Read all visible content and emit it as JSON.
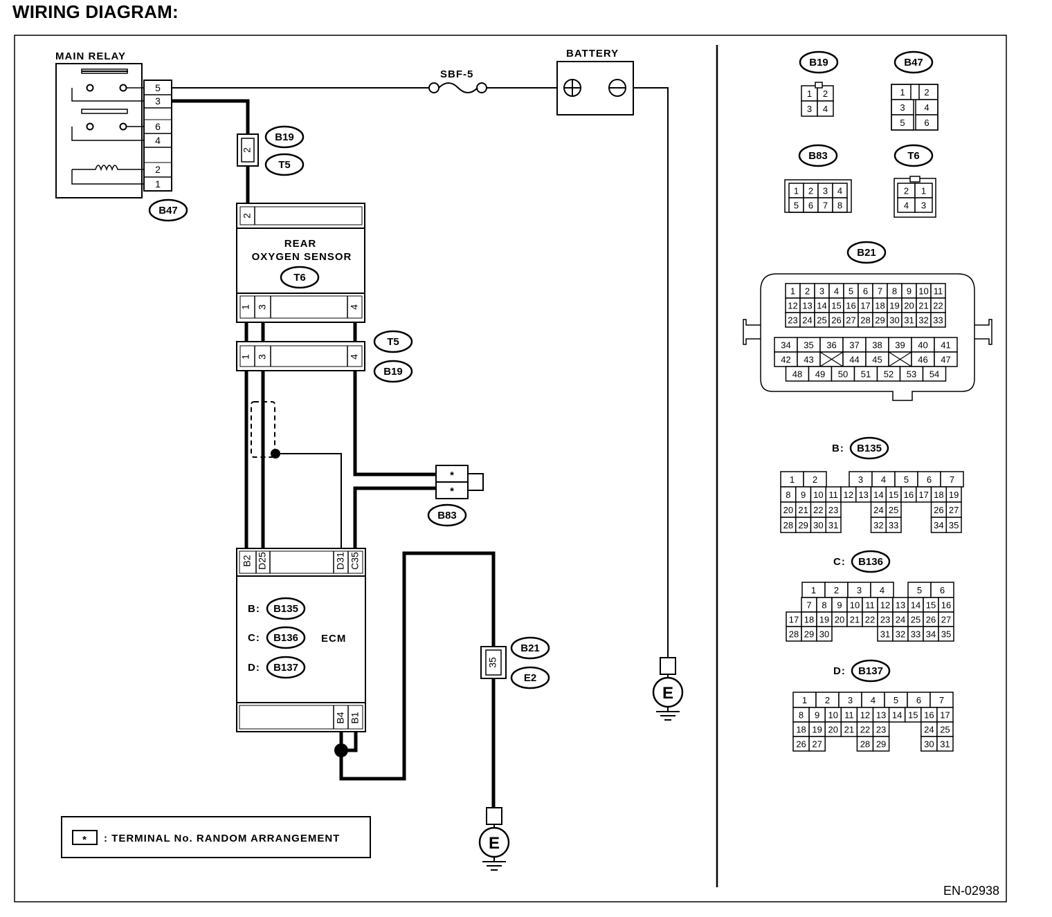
{
  "title": "WIRING DIAGRAM:",
  "figure_id": "EN-02938",
  "legend": {
    "symbol": "*",
    "text": ": TERMINAL No. RANDOM ARRANGEMENT"
  },
  "components": {
    "main_relay": {
      "label": "MAIN RELAY",
      "connector": "B47",
      "pins": [
        "5",
        "3",
        "6",
        "4",
        "2",
        "1"
      ]
    },
    "fuse": {
      "label": "SBF-5"
    },
    "battery": {
      "label": "BATTERY"
    },
    "rear_oxygen_sensor": {
      "line1": "REAR",
      "line2": "OXYGEN SENSOR",
      "connector": "T6",
      "pin_top": "2",
      "pins_bottom": [
        "1",
        "3",
        "4"
      ]
    },
    "junction_b19_t5": {
      "pin": "2",
      "connectors": [
        "B19",
        "T5"
      ]
    },
    "junction_t5_b19": {
      "pins": [
        "1",
        "3",
        "4"
      ],
      "connectors": [
        "T5",
        "B19"
      ]
    },
    "connector_b83": {
      "connector": "B83",
      "pins": [
        "*",
        "*"
      ]
    },
    "ecm": {
      "label": "ECM",
      "connector_map": [
        {
          "prefix": "B:",
          "connector": "B135"
        },
        {
          "prefix": "C:",
          "connector": "B136"
        },
        {
          "prefix": "D:",
          "connector": "B137"
        }
      ],
      "pins_top": [
        "B2",
        "D25",
        "D31",
        "C35"
      ],
      "pins_bottom": [
        "B4",
        "B1"
      ]
    },
    "junction_b21_e2": {
      "pin": "35",
      "connectors": [
        "B21",
        "E2"
      ]
    },
    "ground": {
      "label": "E"
    }
  },
  "connector_faces": {
    "B19": {
      "rows": [
        [
          "1",
          "2"
        ],
        [
          "3",
          "4"
        ]
      ]
    },
    "B47": {
      "rows": [
        [
          "1",
          "",
          "2"
        ],
        [
          "3",
          "",
          "4"
        ],
        [
          "5",
          "",
          "6"
        ]
      ]
    },
    "B83": {
      "rows": [
        [
          "1",
          "2",
          "3",
          "4"
        ],
        [
          "5",
          "6",
          "7",
          "8"
        ]
      ]
    },
    "T6": {
      "rows": [
        [
          "2",
          "1"
        ],
        [
          "4",
          "3"
        ]
      ]
    },
    "B21": {
      "upper": [
        [
          "1",
          "2",
          "3",
          "4",
          "5",
          "6",
          "7",
          "8",
          "9",
          "10",
          "11"
        ],
        [
          "12",
          "13",
          "14",
          "15",
          "16",
          "17",
          "18",
          "19",
          "20",
          "21",
          "22"
        ],
        [
          "23",
          "24",
          "25",
          "26",
          "27",
          "28",
          "29",
          "30",
          "31",
          "32",
          "33"
        ]
      ],
      "lower": [
        [
          "34",
          "35",
          "36",
          "37",
          "38",
          "39",
          "40",
          "41"
        ],
        [
          "42",
          "43",
          "X",
          "44",
          "45",
          "X",
          "46",
          "47"
        ],
        [
          "48",
          "49",
          "50",
          "51",
          "52",
          "53",
          "54"
        ]
      ]
    },
    "B135": {
      "prefix": "B:",
      "rows": [
        [
          "1",
          "2",
          "",
          "",
          "3",
          "4",
          "5",
          "6",
          "7"
        ],
        [
          "8",
          "9",
          "10",
          "11",
          "12",
          "13",
          "14",
          "15",
          "16",
          "17",
          "18",
          "19"
        ],
        [
          "20",
          "21",
          "22",
          "23",
          "",
          "",
          "24",
          "25",
          "",
          "",
          "26",
          "27"
        ],
        [
          "28",
          "29",
          "30",
          "31",
          "",
          "",
          "32",
          "33",
          "",
          "",
          "34",
          "35"
        ]
      ]
    },
    "B136": {
      "prefix": "C:",
      "rows": [
        [
          "",
          "1",
          "2",
          "3",
          "4",
          "",
          "5",
          "6"
        ],
        [
          "",
          "7",
          "8",
          "9",
          "10",
          "11",
          "12",
          "13",
          "14",
          "15",
          "16"
        ],
        [
          "17",
          "18",
          "19",
          "20",
          "21",
          "22",
          "23",
          "24",
          "25",
          "26",
          "27"
        ],
        [
          "28",
          "29",
          "30",
          "",
          "",
          "",
          "31",
          "32",
          "33",
          "34",
          "35"
        ]
      ]
    },
    "B137": {
      "prefix": "D:",
      "rows": [
        [
          "1",
          "2",
          "3",
          "4",
          "5",
          "6",
          "7"
        ],
        [
          "8",
          "9",
          "10",
          "11",
          "12",
          "13",
          "14",
          "15",
          "16",
          "17"
        ],
        [
          "18",
          "19",
          "20",
          "21",
          "22",
          "23",
          "",
          "",
          "24",
          "25"
        ],
        [
          "26",
          "27",
          "",
          "",
          "28",
          "29",
          "",
          "",
          "30",
          "31"
        ]
      ]
    }
  }
}
